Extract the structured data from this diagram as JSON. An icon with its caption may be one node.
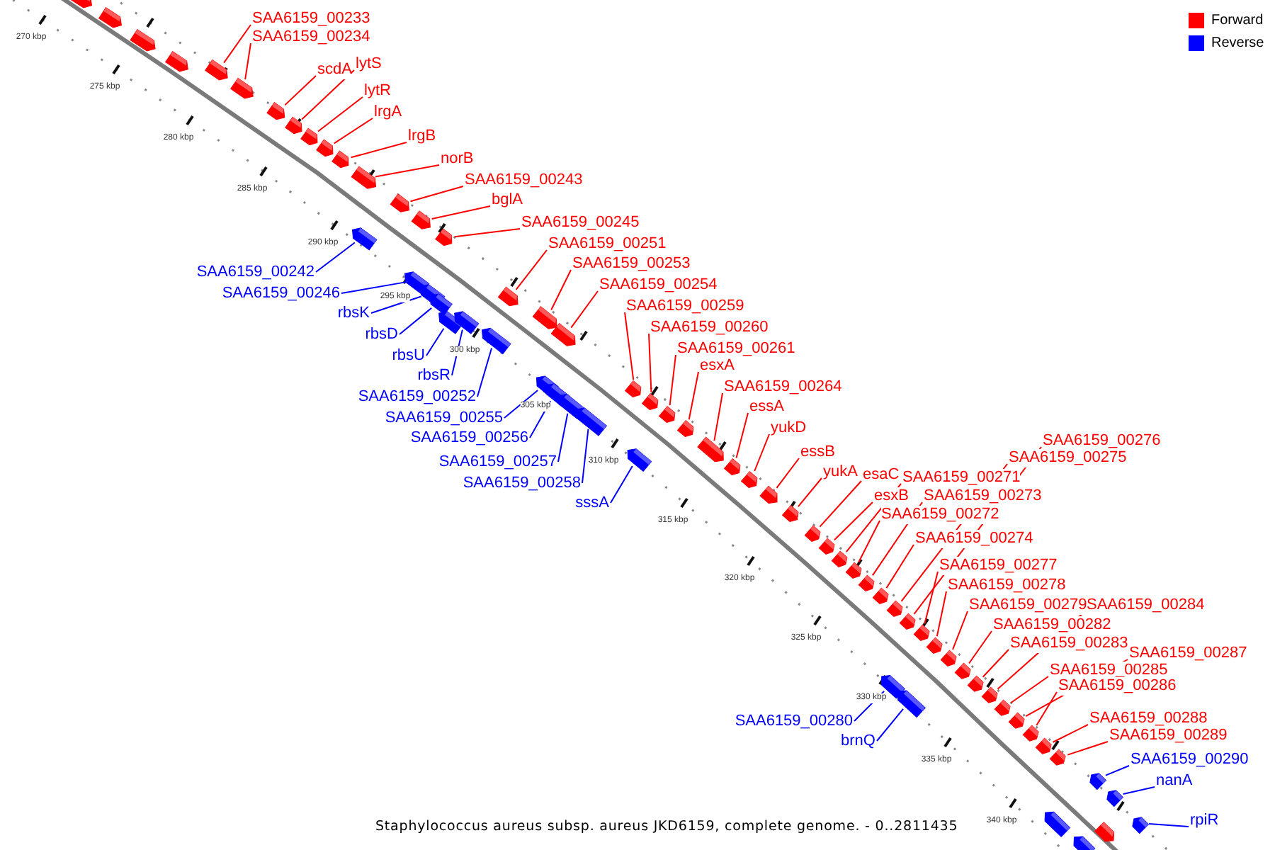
{
  "diagram": {
    "caption": "Staphylococcus aureus subsp. aureus JKD6159, complete genome. - 0..2811435",
    "nodes": [
      {
        "text": [
          "SAA6159_00233"
        ]
      },
      {
        "text": [],
        "shape": "pentagon"
      },
      {
        "text": [
          "SAA6159_00234"
        ]
      },
      {
        "text": [],
        "shape": "pentagon"
      },
      {
        "text": [
          "scdA"
        ]
      },
      {
        "text": [],
        "shape": "pentagon"
      },
      {
        "text": [
          "lytS"
        ]
      },
      {
        "text": [],
        "shape": "pentagon"
      },
      {
        "text": [
          "lytR"
        ]
      },
      {
        "text": [],
        "shape": "pentagon"
      },
      {
        "text": [
          "lrgA"
        ]
      },
      {
        "text": [],
        "shape": "pentagon"
      },
      {
        "text": [
          "lrgB"
        ]
      },
      {
        "text": [],
        "shape": "pentagon"
      },
      {
        "text": [
          "norB"
        ]
      },
      {
        "text": [],
        "shape": "pentagon"
      },
      {
        "text": [
          "SAA6159_00243"
        ]
      },
      {
        "text": [],
        "shape": "pentagon"
      },
      {
        "text": [
          "bglA"
        ]
      },
      {
        "text": [],
        "shape": "pentagon"
      },
      {
        "text": [
          "SAA6159_00245"
        ]
      },
      {
        "text": [],
        "shape": "pentagon"
      },
      {
        "text": [
          "SAA6159_00242"
        ]
      },
      {
        "text": [],
        "shape": "pentagon"
      },
      {
        "text": [
          "SAA6159_00246"
        ]
      },
      {
        "text": [],
        "shape": "pentagon"
      },
      {
        "text": [
          "rbsK"
        ]
      },
      {
        "text": [],
        "shape": "pentagon"
      },
      {
        "text": [
          "rbsD"
        ]
      },
      {
        "text": [],
        "shape": "pentagon"
      },
      {
        "text": [
          "rbsU"
        ]
      },
      {
        "text": [],
        "shape": "pentagon"
      },
      {
        "text": [
          "rbsR"
        ]
      },
      {
        "text": [],
        "shape": "pentagon"
      },
      {
        "text": [
          "SAA6159_00251"
        ]
      },
      {
        "text": [],
        "shape": "pentagon"
      },
      {
        "text": [
          "SAA6159_00253"
        ]
      },
      {
        "text": [],
        "shape": "pentagon"
      },
      {
        "text": [
          "SAA6159_00254"
        ]
      },
      {
        "text": [],
        "shape": "pentagon"
      },
      {
        "text": [
          "SAA6159_00252"
        ]
      },
      {
        "text": [],
        "shape": "pentagon"
      },
      {
        "text": [
          "SAA6159_00255"
        ]
      },
      {
        "text": [],
        "shape": "pentagon"
      },
      {
        "text": [
          "SAA6159_00256"
        ]
      },
      {
        "text": [],
        "shape": "pentagon"
      },
      {
        "text": [
          "SAA6159_00257"
        ]
      },
      {
        "text": [],
        "shape": "pentagon"
      },
      {
        "text": [
          "SAA6159_00258"
        ]
      },
      {
        "text": [],
        "shape": "pentagon"
      },
      {
        "text": [
          "SAA6159_00259"
        ]
      },
      {
        "text": [],
        "shape": "pentagon"
      },
      {
        "text": [
          "SAA6159_00260"
        ]
      },
      {
        "text": [],
        "shape": "pentagon"
      },
      {
        "text": [
          "SAA6159_00261"
        ]
      },
      {
        "text": [],
        "shape": "pentagon"
      },
      {
        "text": [
          "esxA"
        ]
      },
      {
        "text": [],
        "shape": "pentagon"
      },
      {
        "text": [
          "SAA6159_00264"
        ]
      },
      {
        "text": [],
        "shape": "pentagon"
      },
      {
        "text": [
          "sssA"
        ]
      },
      {
        "text": [],
        "shape": "pentagon"
      },
      {
        "text": [
          "essA"
        ]
      },
      {
        "text": [],
        "shape": "pentagon"
      },
      {
        "text": [
          "yukD"
        ]
      },
      {
        "text": [],
        "shape": "pentagon"
      },
      {
        "text": [
          "essB"
        ]
      },
      {
        "text": [],
        "shape": "pentagon"
      },
      {
        "text": [
          "yukA"
        ]
      },
      {
        "text": [],
        "shape": "pentagon"
      },
      {
        "text": [
          "esaC"
        ]
      },
      {
        "text": [],
        "shape": "pentagon"
      },
      {
        "text": [
          "esxB"
        ]
      },
      {
        "text": [],
        "shape": "pentagon"
      },
      {
        "text": [
          "SAA6159_00271"
        ]
      },
      {
        "text": [],
        "shape": "pentagon"
      },
      {
        "text": [
          "SAA6159_00273"
        ]
      },
      {
        "text": [],
        "shape": "pentagon"
      },
      {
        "text": [
          "SAA6159_00272"
        ]
      },
      {
        "text": [],
        "shape": "pentagon"
      },
      {
        "text": [
          "SAA6159_00274"
        ]
      },
      {
        "text": [],
        "shape": "pentagon"
      },
      {
        "text": [
          "SAA6159_00276"
        ]
      },
      {
        "text": [],
        "shape": "pentagon"
      },
      {
        "text": [
          "SAA6159_00275"
        ]
      },
      {
        "text": [],
        "shape": "pentagon"
      },
      {
        "text": [
          "SAA6159_00277"
        ]
      },
      {
        "text": [],
        "shape": "pentagon"
      },
      {
        "text": [
          "SAA6159_00278"
        ]
      },
      {
        "text": [],
        "shape": "pentagon"
      },
      {
        "text": [
          "SAA6159_00279"
        ]
      },
      {
        "text": [],
        "shape": "pentagon"
      },
      {
        "text": [
          "SAA6159_00284"
        ]
      },
      {
        "text": [],
        "shape": "pentagon"
      },
      {
        "text": [
          "SAA6159_00282"
        ]
      },
      {
        "text": [],
        "shape": "pentagon"
      },
      {
        "text": [
          "SAA6159_00283"
        ]
      },
      {
        "text": [],
        "shape": "pentagon"
      },
      {
        "text": [
          "SAA6159_00287"
        ]
      },
      {
        "text": [],
        "shape": "pentagon"
      },
      {
        "text": [
          "SAA6159_00285"
        ]
      },
      {
        "text": [],
        "shape": "pentagon"
      },
      {
        "text": [
          "SAA6159_00286"
        ]
      },
      {
        "text": [],
        "shape": "pentagon"
      },
      {
        "text": [
          "SAA6159_00288"
        ]
      },
      {
        "text": [],
        "shape": "pentagon"
      },
      {
        "text": [
          "SAA6159_00289"
        ]
      },
      {
        "text": [],
        "shape": "pentagon"
      },
      {
        "text": [
          "SAA6159_00280"
        ]
      },
      {
        "text": [],
        "shape": "pentagon"
      },
      {
        "text": [
          "brnQ"
        ]
      },
      {
        "text": [],
        "shape": "pentagon"
      },
      {
        "text": [
          "SAA6159_00290"
        ]
      },
      {
        "text": [],
        "shape": "pentagon"
      },
      {
        "text": [
          "nanA"
        ]
      },
      {
        "text": [],
        "shape": "pentagon"
      },
      {
        "text": [
          "rpiR"
        ]
      },
      {
        "text": [],
        "shape": "pentagon"
      },
      {
        "text": [],
        "shape": "pentagon"
      },
      {
        "text": [],
        "shape": "pentagon"
      },
      {
        "text": [],
        "shape": "pentagon"
      },
      {
        "text": [],
        "shape": "pentagon"
      },
      {
        "text": [],
        "shape": "pentagon"
      },
      {
        "text": [],
        "shape": "pentagon"
      },
      {
        "text": [],
        "shape": "pentagon"
      }
    ],
    "edges": [
      {
        "from": 0,
        "to": 1,
        "arrow": "none"
      },
      {
        "from": 2,
        "to": 3,
        "arrow": "none"
      },
      {
        "from": 4,
        "to": 5,
        "arrow": "none"
      },
      {
        "from": 6,
        "to": 7,
        "arrow": "none"
      },
      {
        "from": 8,
        "to": 9,
        "arrow": "none"
      },
      {
        "from": 10,
        "to": 11,
        "arrow": "none"
      },
      {
        "from": 12,
        "to": 13,
        "arrow": "none"
      },
      {
        "from": 14,
        "to": 15,
        "arrow": "none"
      },
      {
        "from": 16,
        "to": 17,
        "arrow": "none"
      },
      {
        "from": 18,
        "to": 19,
        "arrow": "none"
      },
      {
        "from": 20,
        "to": 21,
        "arrow": "none"
      },
      {
        "from": 22,
        "to": 23,
        "arrow": "none",
        "color": "#0000ff"
      },
      {
        "from": 24,
        "to": 25,
        "arrow": "none",
        "color": "#0000ff"
      },
      {
        "from": 26,
        "to": 27,
        "arrow": "none",
        "color": "#0000ff"
      },
      {
        "from": 28,
        "to": 29,
        "arrow": "none",
        "color": "#0000ff"
      },
      {
        "from": 30,
        "to": 31,
        "arrow": "none",
        "color": "#0000ff"
      },
      {
        "from": 32,
        "to": 33,
        "arrow": "none",
        "color": "#0000ff"
      },
      {
        "from": 34,
        "to": 35,
        "arrow": "none"
      },
      {
        "from": 36,
        "to": 37,
        "arrow": "none"
      },
      {
        "from": 38,
        "to": 39,
        "arrow": "none"
      },
      {
        "from": 40,
        "to": 41,
        "arrow": "none",
        "color": "#0000ff"
      },
      {
        "from": 42,
        "to": 43,
        "arrow": "none",
        "color": "#0000ff"
      },
      {
        "from": 44,
        "to": 45,
        "arrow": "none",
        "color": "#0000ff"
      },
      {
        "from": 46,
        "to": 47,
        "arrow": "none",
        "color": "#0000ff"
      },
      {
        "from": 48,
        "to": 49,
        "arrow": "none",
        "color": "#0000ff"
      },
      {
        "from": 50,
        "to": 51,
        "arrow": "none"
      },
      {
        "from": 52,
        "to": 53,
        "arrow": "none"
      },
      {
        "from": 54,
        "to": 55,
        "arrow": "none"
      },
      {
        "from": 56,
        "to": 57,
        "arrow": "none"
      },
      {
        "from": 58,
        "to": 59,
        "arrow": "none"
      },
      {
        "from": 60,
        "to": 61,
        "arrow": "none",
        "color": "#0000ff"
      },
      {
        "from": 62,
        "to": 63,
        "arrow": "none"
      },
      {
        "from": 64,
        "to": 65,
        "arrow": "none"
      },
      {
        "from": 66,
        "to": 67,
        "arrow": "none"
      },
      {
        "from": 68,
        "to": 69,
        "arrow": "none"
      },
      {
        "from": 70,
        "to": 71,
        "arrow": "none"
      },
      {
        "from": 72,
        "to": 73,
        "arrow": "none"
      },
      {
        "from": 74,
        "to": 75,
        "arrow": "none"
      },
      {
        "from": 76,
        "to": 77,
        "arrow": "none"
      },
      {
        "from": 78,
        "to": 79,
        "arrow": "none"
      },
      {
        "from": 80,
        "to": 81,
        "arrow": "none"
      },
      {
        "from": 82,
        "to": 83,
        "arrow": "none"
      },
      {
        "from": 84,
        "to": 85,
        "arrow": "none"
      },
      {
        "from": 86,
        "to": 87,
        "arrow": "none"
      },
      {
        "from": 88,
        "to": 89,
        "arrow": "none"
      },
      {
        "from": 90,
        "to": 91,
        "arrow": "none"
      },
      {
        "from": 92,
        "to": 93,
        "arrow": "none"
      },
      {
        "from": 94,
        "to": 95,
        "arrow": "none"
      },
      {
        "from": 96,
        "to": 97,
        "arrow": "none"
      },
      {
        "from": 98,
        "to": 99,
        "arrow": "none"
      },
      {
        "from": 100,
        "to": 101,
        "arrow": "none"
      },
      {
        "from": 102,
        "to": 103,
        "arrow": "none"
      },
      {
        "from": 104,
        "to": 105,
        "arrow": "none"
      },
      {
        "from": 106,
        "to": 107,
        "arrow": "none"
      },
      {
        "from": 108,
        "to": 109,
        "arrow": "none",
        "color": "#0000ff"
      },
      {
        "from": 110,
        "to": 111,
        "arrow": "none",
        "color": "#0000ff"
      },
      {
        "from": 112,
        "to": 113,
        "arrow": "none",
        "color": "#0000ff"
      },
      {
        "from": 114,
        "to": 115,
        "arrow": "none",
        "color": "#0000ff"
      },
      {
        "from": 116,
        "to": 117,
        "arrow": "none",
        "color": "#0000ff"
      }
    ],
    "labels": [
      "270 kbp",
      "275 kbp",
      "280 kbp",
      "285 kbp",
      "290 kbp",
      "295 kbp",
      "300 kbp",
      "305 kbp",
      "310 kbp",
      "315 kbp",
      "320 kbp",
      "325 kbp",
      "330 kbp",
      "335 kbp",
      "340 kbp"
    ],
    "legend": [
      {
        "text": "Forward",
        "color": "#ff0000"
      },
      {
        "text": "Reverse",
        "color": "#0000ff"
      }
    ]
  }
}
